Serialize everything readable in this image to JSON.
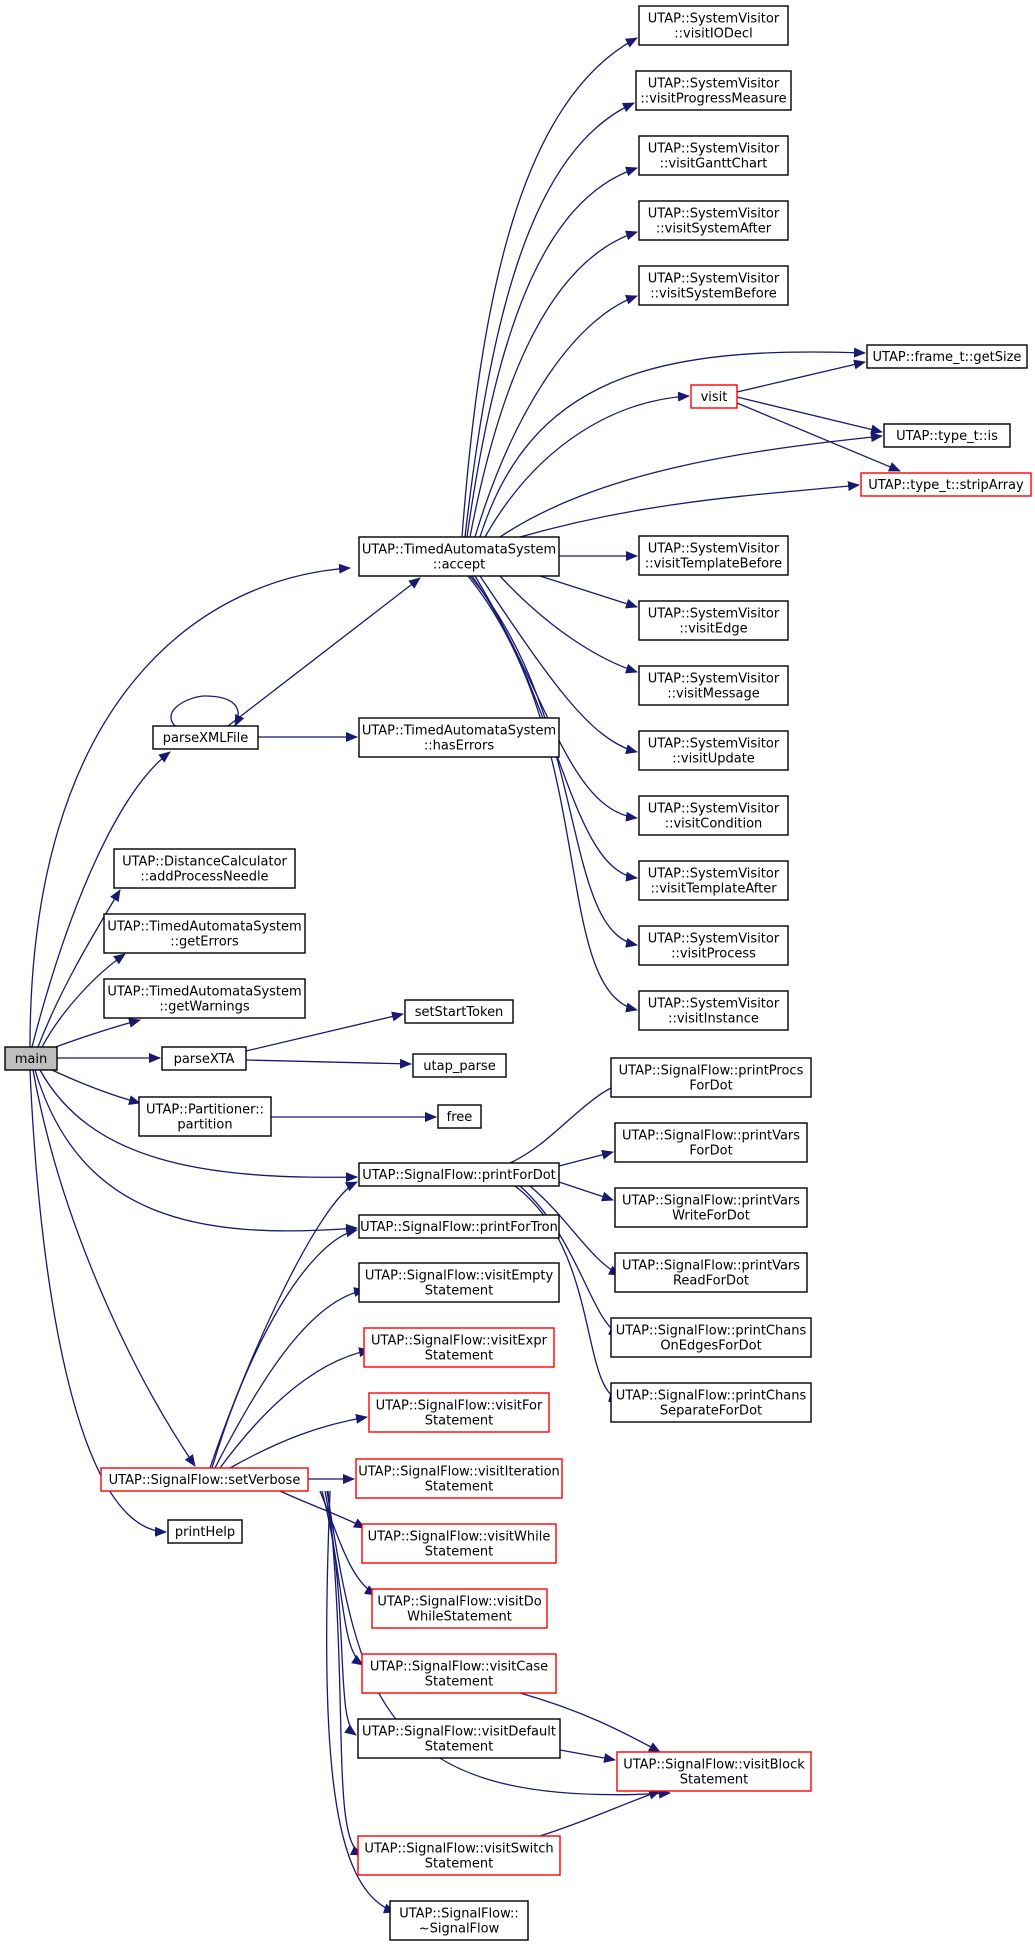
{
  "colors": {
    "edge": "#191970",
    "node_border": "#000000",
    "node_border_truncated": "#ff0000",
    "node_fill": "#ffffff",
    "root_fill": "#bfbfbf"
  },
  "nodes": [
    {
      "id": "main",
      "lines": [
        "main"
      ],
      "style": "root"
    },
    {
      "id": "accept",
      "lines": [
        "UTAP::TimedAutomataSystem",
        "::accept"
      ],
      "style": "normal"
    },
    {
      "id": "parseXMLFile",
      "lines": [
        "parseXMLFile"
      ],
      "style": "normal"
    },
    {
      "id": "hasErrors",
      "lines": [
        "UTAP::TimedAutomataSystem",
        "::hasErrors"
      ],
      "style": "normal"
    },
    {
      "id": "addProcessNeedle",
      "lines": [
        "UTAP::DistanceCalculator",
        "::addProcessNeedle"
      ],
      "style": "normal"
    },
    {
      "id": "getErrors",
      "lines": [
        "UTAP::TimedAutomataSystem",
        "::getErrors"
      ],
      "style": "normal"
    },
    {
      "id": "getWarnings",
      "lines": [
        "UTAP::TimedAutomataSystem",
        "::getWarnings"
      ],
      "style": "normal"
    },
    {
      "id": "parseXTA",
      "lines": [
        "parseXTA"
      ],
      "style": "normal"
    },
    {
      "id": "setStartToken",
      "lines": [
        "setStartToken"
      ],
      "style": "normal"
    },
    {
      "id": "utap_parse",
      "lines": [
        "utap_parse"
      ],
      "style": "normal"
    },
    {
      "id": "partition",
      "lines": [
        "UTAP::Partitioner::",
        "partition"
      ],
      "style": "normal"
    },
    {
      "id": "free",
      "lines": [
        "free"
      ],
      "style": "normal"
    },
    {
      "id": "visitIODecl",
      "lines": [
        "UTAP::SystemVisitor",
        "::visitIODecl"
      ],
      "style": "normal"
    },
    {
      "id": "visitProgressMeasure",
      "lines": [
        "UTAP::SystemVisitor",
        "::visitProgressMeasure"
      ],
      "style": "normal"
    },
    {
      "id": "visitGanttChart",
      "lines": [
        "UTAP::SystemVisitor",
        "::visitGanttChart"
      ],
      "style": "normal"
    },
    {
      "id": "visitSystemAfter",
      "lines": [
        "UTAP::SystemVisitor",
        "::visitSystemAfter"
      ],
      "style": "normal"
    },
    {
      "id": "visitSystemBefore",
      "lines": [
        "UTAP::SystemVisitor",
        "::visitSystemBefore"
      ],
      "style": "normal"
    },
    {
      "id": "visit",
      "lines": [
        "visit"
      ],
      "style": "truncated"
    },
    {
      "id": "getSize",
      "lines": [
        "UTAP::frame_t::getSize"
      ],
      "style": "normal"
    },
    {
      "id": "is",
      "lines": [
        "UTAP::type_t::is"
      ],
      "style": "normal"
    },
    {
      "id": "stripArray",
      "lines": [
        "UTAP::type_t::stripArray"
      ],
      "style": "truncated"
    },
    {
      "id": "visitTemplateBefore",
      "lines": [
        "UTAP::SystemVisitor",
        "::visitTemplateBefore"
      ],
      "style": "normal"
    },
    {
      "id": "visitEdge",
      "lines": [
        "UTAP::SystemVisitor",
        "::visitEdge"
      ],
      "style": "normal"
    },
    {
      "id": "visitMessage",
      "lines": [
        "UTAP::SystemVisitor",
        "::visitMessage"
      ],
      "style": "normal"
    },
    {
      "id": "visitUpdate",
      "lines": [
        "UTAP::SystemVisitor",
        "::visitUpdate"
      ],
      "style": "normal"
    },
    {
      "id": "visitCondition",
      "lines": [
        "UTAP::SystemVisitor",
        "::visitCondition"
      ],
      "style": "normal"
    },
    {
      "id": "visitTemplateAfter",
      "lines": [
        "UTAP::SystemVisitor",
        "::visitTemplateAfter"
      ],
      "style": "normal"
    },
    {
      "id": "visitProcess",
      "lines": [
        "UTAP::SystemVisitor",
        "::visitProcess"
      ],
      "style": "normal"
    },
    {
      "id": "visitInstance",
      "lines": [
        "UTAP::SystemVisitor",
        "::visitInstance"
      ],
      "style": "normal"
    },
    {
      "id": "printForDot",
      "lines": [
        "UTAP::SignalFlow::printForDot"
      ],
      "style": "normal"
    },
    {
      "id": "printProcsForDot",
      "lines": [
        "UTAP::SignalFlow::printProcs",
        "ForDot"
      ],
      "style": "normal"
    },
    {
      "id": "printVarsForDot",
      "lines": [
        "UTAP::SignalFlow::printVars",
        "ForDot"
      ],
      "style": "normal"
    },
    {
      "id": "printVarsWriteForDot",
      "lines": [
        "UTAP::SignalFlow::printVars",
        "WriteForDot"
      ],
      "style": "normal"
    },
    {
      "id": "printVarsReadForDot",
      "lines": [
        "UTAP::SignalFlow::printVars",
        "ReadForDot"
      ],
      "style": "normal"
    },
    {
      "id": "printChansOnEdgesForDot",
      "lines": [
        "UTAP::SignalFlow::printChans",
        "OnEdgesForDot"
      ],
      "style": "normal"
    },
    {
      "id": "printChansSeparateForDot",
      "lines": [
        "UTAP::SignalFlow::printChans",
        "SeparateForDot"
      ],
      "style": "normal"
    },
    {
      "id": "printForTron",
      "lines": [
        "UTAP::SignalFlow::printForTron"
      ],
      "style": "normal"
    },
    {
      "id": "visitEmptyStatement",
      "lines": [
        "UTAP::SignalFlow::visitEmpty",
        "Statement"
      ],
      "style": "normal"
    },
    {
      "id": "visitExprStatement",
      "lines": [
        "UTAP::SignalFlow::visitExpr",
        "Statement"
      ],
      "style": "truncated"
    },
    {
      "id": "visitForStatement",
      "lines": [
        "UTAP::SignalFlow::visitFor",
        "Statement"
      ],
      "style": "truncated"
    },
    {
      "id": "setVerbose",
      "lines": [
        "UTAP::SignalFlow::setVerbose"
      ],
      "style": "truncated"
    },
    {
      "id": "visitIterationStatement",
      "lines": [
        "UTAP::SignalFlow::visitIteration",
        "Statement"
      ],
      "style": "truncated"
    },
    {
      "id": "printHelp",
      "lines": [
        "printHelp"
      ],
      "style": "normal"
    },
    {
      "id": "visitWhileStatement",
      "lines": [
        "UTAP::SignalFlow::visitWhile",
        "Statement"
      ],
      "style": "truncated"
    },
    {
      "id": "visitDoWhileStatement",
      "lines": [
        "UTAP::SignalFlow::visitDo",
        "WhileStatement"
      ],
      "style": "truncated"
    },
    {
      "id": "visitCaseStatement",
      "lines": [
        "UTAP::SignalFlow::visitCase",
        "Statement"
      ],
      "style": "truncated"
    },
    {
      "id": "visitDefaultStatement",
      "lines": [
        "UTAP::SignalFlow::visitDefault",
        "Statement"
      ],
      "style": "normal"
    },
    {
      "id": "visitBlockStatement",
      "lines": [
        "UTAP::SignalFlow::visitBlock",
        "Statement"
      ],
      "style": "truncated"
    },
    {
      "id": "visitSwitchStatement",
      "lines": [
        "UTAP::SignalFlow::visitSwitch",
        "Statement"
      ],
      "style": "truncated"
    },
    {
      "id": "destructor",
      "lines": [
        "UTAP::SignalFlow::",
        "~SignalFlow"
      ],
      "style": "normal"
    }
  ],
  "edges": [
    {
      "from": "main",
      "to": "accept"
    },
    {
      "from": "main",
      "to": "parseXMLFile"
    },
    {
      "from": "main",
      "to": "addProcessNeedle"
    },
    {
      "from": "main",
      "to": "getErrors"
    },
    {
      "from": "main",
      "to": "getWarnings"
    },
    {
      "from": "main",
      "to": "parseXTA"
    },
    {
      "from": "main",
      "to": "partition"
    },
    {
      "from": "main",
      "to": "printForDot"
    },
    {
      "from": "main",
      "to": "printForTron"
    },
    {
      "from": "main",
      "to": "setVerbose"
    },
    {
      "from": "main",
      "to": "printHelp"
    },
    {
      "from": "parseXMLFile",
      "to": "parseXMLFile"
    },
    {
      "from": "parseXMLFile",
      "to": "accept"
    },
    {
      "from": "parseXMLFile",
      "to": "hasErrors"
    },
    {
      "from": "parseXTA",
      "to": "setStartToken"
    },
    {
      "from": "parseXTA",
      "to": "utap_parse"
    },
    {
      "from": "partition",
      "to": "free"
    },
    {
      "from": "accept",
      "to": "visitIODecl"
    },
    {
      "from": "accept",
      "to": "visitProgressMeasure"
    },
    {
      "from": "accept",
      "to": "visitGanttChart"
    },
    {
      "from": "accept",
      "to": "visitSystemAfter"
    },
    {
      "from": "accept",
      "to": "visitSystemBefore"
    },
    {
      "from": "accept",
      "to": "getSize"
    },
    {
      "from": "accept",
      "to": "visit"
    },
    {
      "from": "accept",
      "to": "is"
    },
    {
      "from": "accept",
      "to": "stripArray"
    },
    {
      "from": "accept",
      "to": "visitTemplateBefore"
    },
    {
      "from": "accept",
      "to": "visitEdge"
    },
    {
      "from": "accept",
      "to": "visitMessage"
    },
    {
      "from": "accept",
      "to": "visitUpdate"
    },
    {
      "from": "accept",
      "to": "visitCondition"
    },
    {
      "from": "accept",
      "to": "visitTemplateAfter"
    },
    {
      "from": "accept",
      "to": "visitProcess"
    },
    {
      "from": "accept",
      "to": "visitInstance"
    },
    {
      "from": "visit",
      "to": "getSize"
    },
    {
      "from": "visit",
      "to": "is"
    },
    {
      "from": "visit",
      "to": "stripArray"
    },
    {
      "from": "printForDot",
      "to": "printProcsForDot"
    },
    {
      "from": "printForDot",
      "to": "printVarsForDot"
    },
    {
      "from": "printForDot",
      "to": "printVarsWriteForDot"
    },
    {
      "from": "printForDot",
      "to": "printVarsReadForDot"
    },
    {
      "from": "printForDot",
      "to": "printChansOnEdgesForDot"
    },
    {
      "from": "printForDot",
      "to": "printChansSeparateForDot"
    },
    {
      "from": "setVerbose",
      "to": "printForDot"
    },
    {
      "from": "setVerbose",
      "to": "printForTron"
    },
    {
      "from": "setVerbose",
      "to": "visitEmptyStatement"
    },
    {
      "from": "setVerbose",
      "to": "visitExprStatement"
    },
    {
      "from": "setVerbose",
      "to": "visitForStatement"
    },
    {
      "from": "setVerbose",
      "to": "visitIterationStatement"
    },
    {
      "from": "setVerbose",
      "to": "visitWhileStatement"
    },
    {
      "from": "setVerbose",
      "to": "visitDoWhileStatement"
    },
    {
      "from": "setVerbose",
      "to": "visitCaseStatement"
    },
    {
      "from": "setVerbose",
      "to": "visitDefaultStatement"
    },
    {
      "from": "setVerbose",
      "to": "visitBlockStatement"
    },
    {
      "from": "setVerbose",
      "to": "visitSwitchStatement"
    },
    {
      "from": "setVerbose",
      "to": "destructor"
    },
    {
      "from": "visitCaseStatement",
      "to": "visitBlockStatement"
    },
    {
      "from": "visitDefaultStatement",
      "to": "visitBlockStatement"
    },
    {
      "from": "visitSwitchStatement",
      "to": "visitBlockStatement"
    }
  ]
}
